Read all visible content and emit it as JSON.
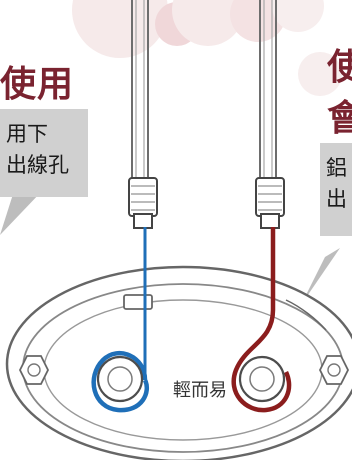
{
  "headings": {
    "left_title": "使用",
    "right_title_line1": "使",
    "right_title_line2": "會"
  },
  "callouts": {
    "left_text": "用下\n出線孔",
    "right_text": "鋁\n出"
  },
  "logo": {
    "text": "輕而易"
  },
  "colors": {
    "accent": "#7a2330",
    "callout_bg": "#d0d0d0",
    "blue_wire": "#1f6fb8",
    "red_wire": "#8b1d1d"
  }
}
